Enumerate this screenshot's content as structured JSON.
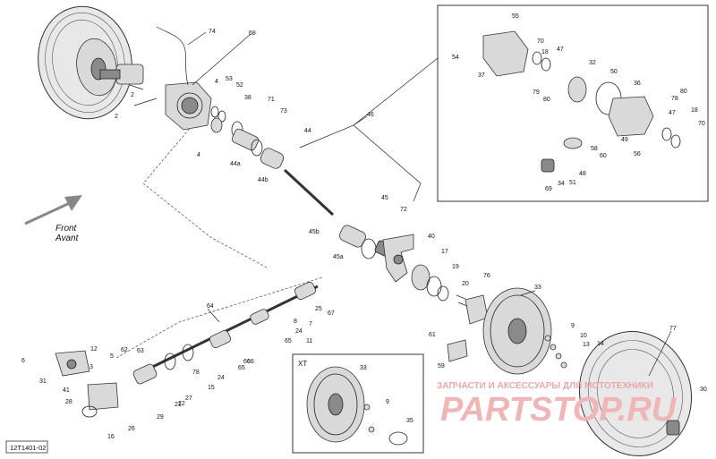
{
  "diagram_id": "12T1401-02",
  "direction": {
    "front": "Front",
    "avant": "Avant"
  },
  "insets": {
    "xt_title": "XT"
  },
  "watermark": {
    "tagline": "ЗАПЧАСТИ И АКСЕССУАРЫ ДЛЯ МОТОТЕХНИКИ",
    "brand": "PARTSTOP.RU"
  },
  "part_labels": [
    "74",
    "68",
    "53",
    "52",
    "4",
    "38",
    "71",
    "73",
    "2",
    "2",
    "4",
    "44",
    "44a",
    "44b",
    "46",
    "45",
    "45b",
    "72",
    "40",
    "45a",
    "17",
    "19",
    "20",
    "76",
    "33",
    "64",
    "25",
    "67",
    "7",
    "11",
    "24",
    "66",
    "65",
    "8",
    "6",
    "12",
    "62",
    "63",
    "5",
    "3",
    "31",
    "41",
    "28",
    "78",
    "29",
    "22",
    "21",
    "27",
    "15",
    "24",
    "65",
    "66",
    "16",
    "26",
    "61",
    "59",
    "9",
    "10",
    "13",
    "14",
    "77",
    "30",
    "55",
    "54",
    "70",
    "18",
    "47",
    "32",
    "50",
    "37",
    "79",
    "80",
    "36",
    "80",
    "78",
    "47",
    "18",
    "70",
    "49",
    "60",
    "58",
    "56",
    "48",
    "51",
    "34",
    "69",
    "33",
    "9",
    "35"
  ]
}
